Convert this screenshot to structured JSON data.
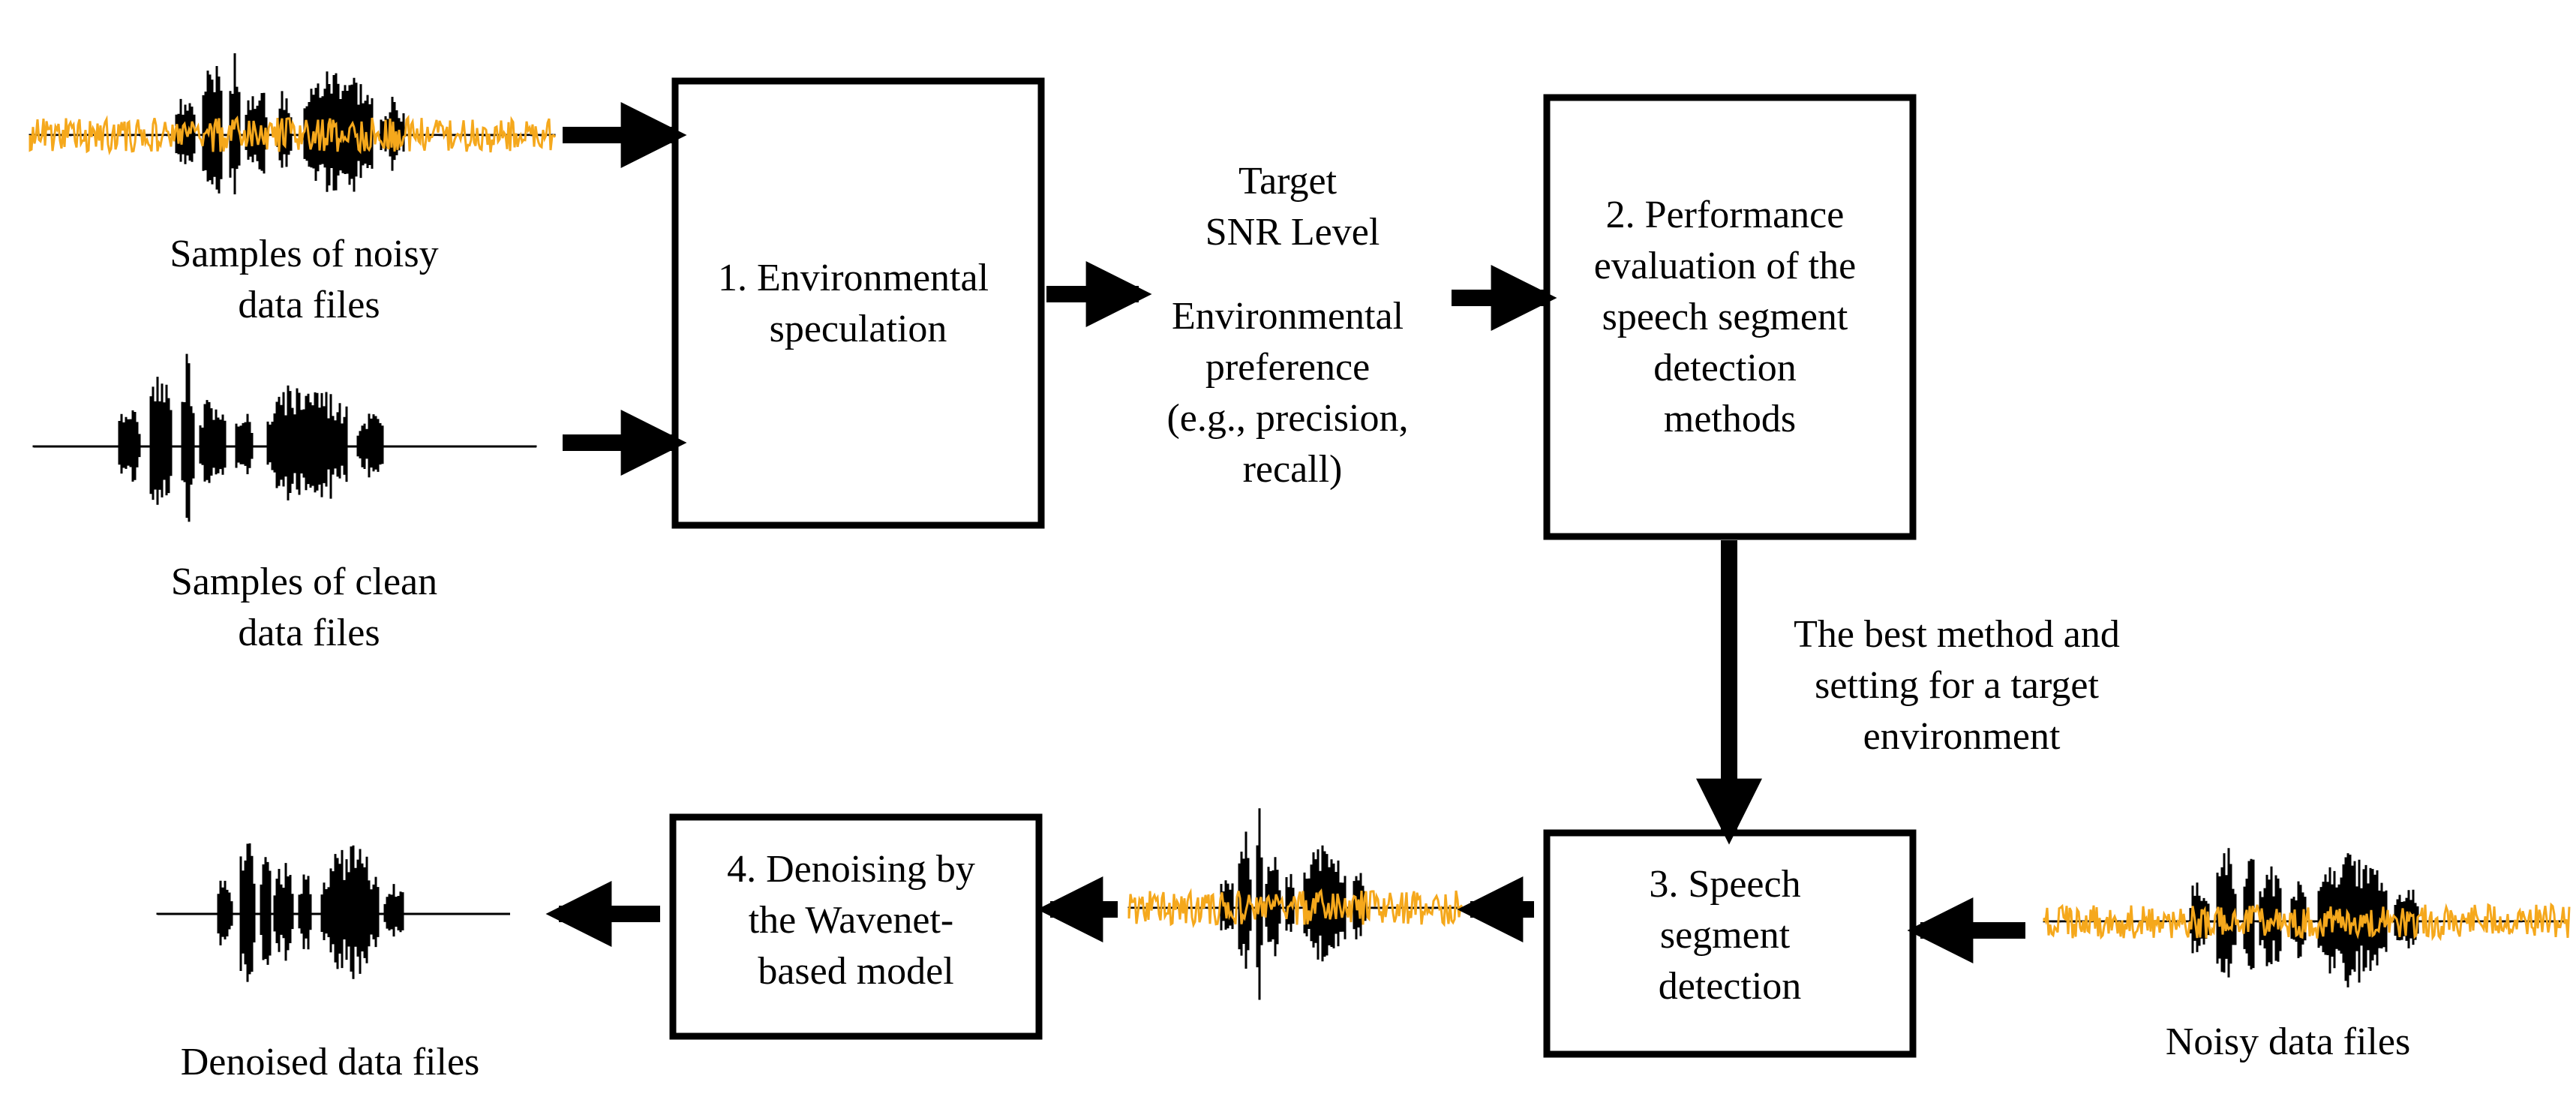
{
  "colors": {
    "ink": "#000000",
    "noise": "#f5a81c",
    "background": "#ffffff"
  },
  "inputs": {
    "noisy_samples": [
      "Samples of noisy",
      "data files"
    ],
    "clean_samples": [
      "Samples of clean",
      "data files"
    ]
  },
  "boxes": {
    "environmental": [
      "1. Environmental",
      "speculation"
    ],
    "performance": [
      "2. Performance",
      "evaluation  of the",
      "speech segment",
      "detection",
      "methods"
    ],
    "speech_segment": [
      "3. Speech",
      "segment",
      "detection"
    ],
    "denoising": [
      "4. Denoising  by",
      "the Wavenet-",
      "based model"
    ]
  },
  "middle_text": {
    "target": [
      "Target",
      "SNR Level"
    ],
    "preference": [
      "Environmental",
      "preference",
      "(e.g., precision,",
      "recall)"
    ]
  },
  "best_method": [
    "The best method and",
    "setting  for a target",
    "environment"
  ],
  "outputs": {
    "noisy_files": "Noisy data files",
    "denoised_files": "Denoised  data files"
  },
  "icons": {
    "noisy_sample_wave": "noisy-waveform-icon",
    "clean_sample_wave": "clean-waveform-icon",
    "segmented_wave": "segmented-noisy-waveform-icon",
    "noisy_input_wave": "noisy-waveform-icon",
    "denoised_wave": "denoised-waveform-icon"
  }
}
